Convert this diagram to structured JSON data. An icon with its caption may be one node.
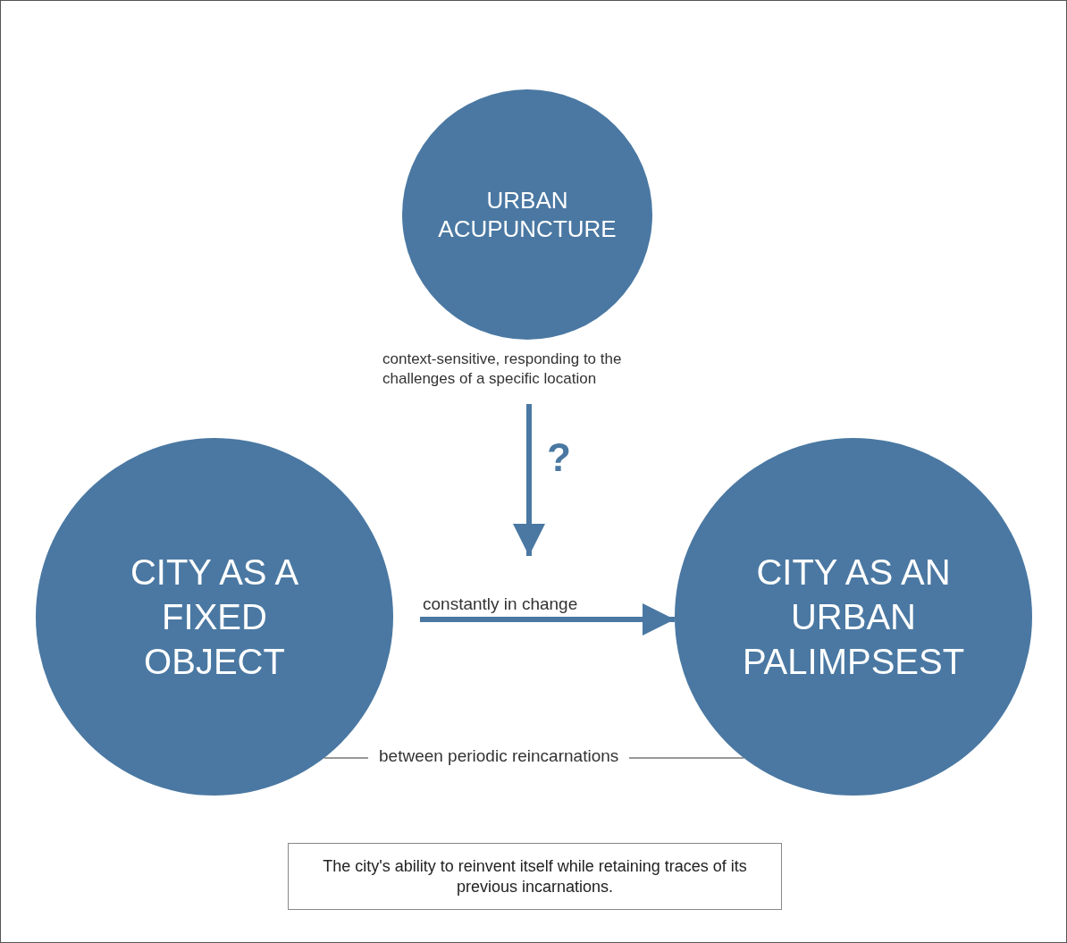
{
  "diagram": {
    "nodes": [
      {
        "text": [
          "URBAN ACUPUNCTURE"
        ]
      },
      {
        "text": [
          "context-sensitive, responding to the challenges of a specific location"
        ]
      },
      {
        "text": [
          "CITY AS A FIXED OBJECT"
        ]
      },
      {
        "text": [
          "CITY AS AN URBAN PALIMPSEST"
        ]
      },
      {
        "text": [
          "The city's ability to reinvent itself while retaining traces of its previous incarnations."
        ]
      }
    ],
    "edges": [
      {
        "from": 1,
        "to": null,
        "arrow": "to",
        "label": "?"
      },
      {
        "from": 2,
        "to": 3,
        "arrow": "to",
        "label": "constantly in change"
      },
      {
        "from": 2,
        "to": 3,
        "arrow": "none",
        "label": "between periodic reincarnations",
        "color": "#333333"
      }
    ]
  }
}
